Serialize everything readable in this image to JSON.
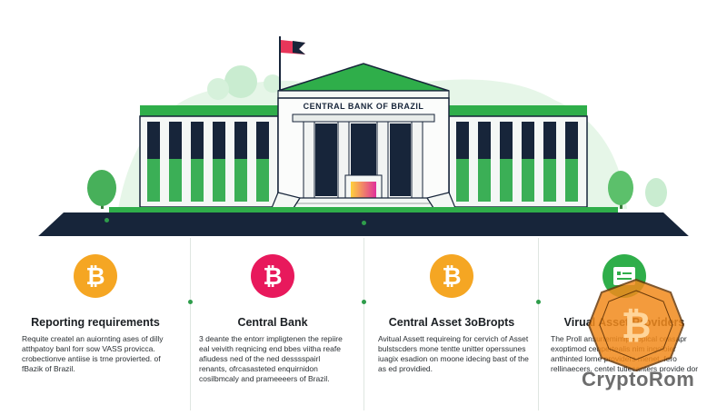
{
  "building": {
    "sign": "CENTRAL BANK OF BRAZIL",
    "flag_color": "#e8365a",
    "roof_color": "#2fae4a",
    "pavement_color": "#17253a"
  },
  "columns": [
    {
      "icon": "bitcoin-icon",
      "icon_color": "#f5a623",
      "heading": "Reporting requirements",
      "text": "Requite createl an auiornting ases of dilly atthpatoy banl forr sow VASS provicca. crobectionve antiise is trne provierted. of fBazik of Brazil."
    },
    {
      "icon": "bitcoin-icon",
      "icon_color": "#e8195c",
      "heading": "Central Bank",
      "text": "3 deante the entorr impligtenen the repiire eal veivith reqnicing end bbes viitha reafe afiudess ned of the ned desssspairl renants, ofrcasasteted enquirnidon cosilbmcaly and prameeeers of Brazil."
    },
    {
      "icon": "bitcoin-icon",
      "icon_color": "#f5a623",
      "heading": "Central Asset 3oBropts",
      "text": "Avitual Assett requireing for cervich of Asset bulstscders mone tentte unitter operssunes iuagix esadion on moone idecing bast of the as ed providied."
    },
    {
      "icon": "document-icon",
      "icon_color": "#2fae4a",
      "heading": "Virual Asset Providers",
      "text": "The Proll ansurtemimiporopical ceasapr exoptimod cenpertealis nim ingoloier anthinted lorne providers menet. fero rellinaecers, centel tutlecanters provide dor"
    }
  ],
  "watermark": {
    "text": "CryptoRom"
  }
}
